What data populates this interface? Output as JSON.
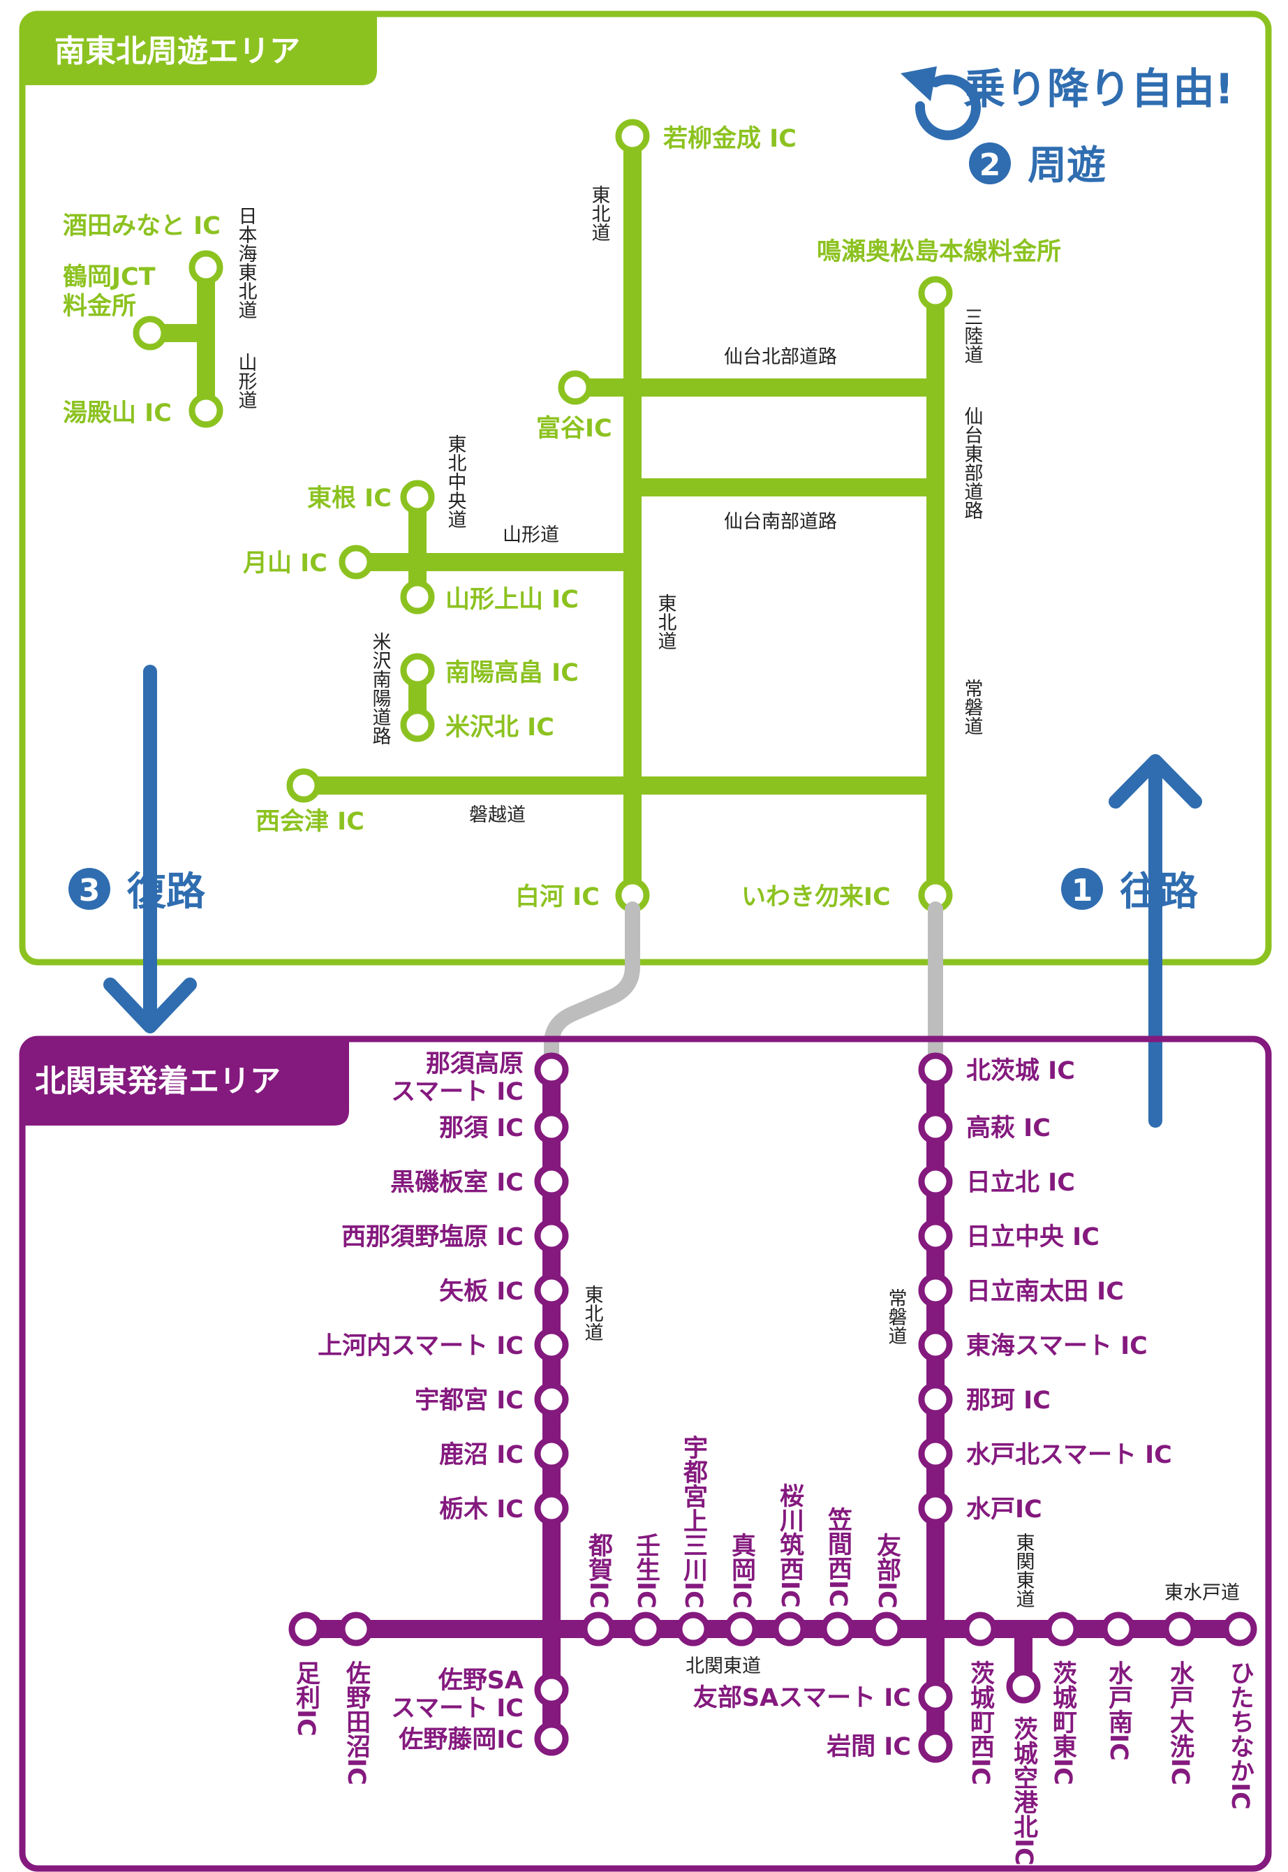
{
  "colors": {
    "green": "#8cc220",
    "purple": "#84197e",
    "blue": "#2f6db0",
    "gray": "#bdbdbd"
  },
  "north_area": {
    "title": "南東北周遊エリア",
    "free": "乗り降り自由!",
    "loop_number": "2",
    "loop_label": "周遊",
    "outbound_number": "1",
    "outbound_label": "往路",
    "return_number": "3",
    "return_label": "復路",
    "roads": {
      "tohoku_top": "東北道",
      "tohoku_mid": "東北道",
      "sanriku": "三陸道",
      "sendai_east": "仙台東部道路",
      "joban": "常磐道",
      "sendai_north": "仙台北部道路",
      "sendai_south": "仙台南部道路",
      "tohoku_chuo": "東北中央道",
      "yamagata": "山形道",
      "nihonkai": "日本海東北道",
      "yamagata_left": "山形道",
      "yonezawa": "米沢南陽道路",
      "banetsu": "磐越道"
    },
    "ics": {
      "wakayanagi": "若柳金成 IC",
      "naruse": "鳴瀬奥松島本線料金所",
      "tomiya": "富谷IC",
      "higashine": "東根 IC",
      "gassan": "月山 IC",
      "kaminoyama": "山形上山 IC",
      "nanyo": "南陽高畠 IC",
      "yonezawa_kita": "米沢北 IC",
      "nishiaizu": "西会津 IC",
      "shirakawa": "白河 IC",
      "iwaki": "いわき勿来IC",
      "sakata": "酒田みなと IC",
      "tsuruoka_1": "鶴岡JCT",
      "tsuruoka_2": "料金所",
      "yudonosan": "湯殿山 IC"
    }
  },
  "south_area": {
    "title": "北関東発着エリア",
    "roads": {
      "tohoku": "東北道",
      "joban": "常磐道",
      "kitakanto": "北関東道",
      "higashikanto": "東関東道",
      "higashimito": "東水戸道"
    },
    "tohoku_ics": {
      "nasu_kogen_1": "那須高原",
      "nasu_kogen_2": "スマート IC",
      "nasu": "那須 IC",
      "kuroiso": "黒磯板室 IC",
      "nishinasuno": "西那須野塩原 IC",
      "yaita": "矢板 IC",
      "kamikawachi": "上河内スマート IC",
      "utsunomiya": "宇都宮 IC",
      "kanuma": "鹿沼 IC",
      "tochigi": "栃木 IC",
      "sanosa_1": "佐野SA",
      "sanosa_2": "スマート IC",
      "sanofujioka": "佐野藤岡IC"
    },
    "joban_ics": {
      "kitaibaraki": "北茨城 IC",
      "takahagi": "高萩 IC",
      "hitachikita": "日立北 IC",
      "hitachichuo": "日立中央 IC",
      "hitachiminamiota": "日立南太田 IC",
      "tokai": "東海スマート IC",
      "naka": "那珂 IC",
      "mitokita": "水戸北スマート IC",
      "mito": "水戸IC",
      "tomobesa": "友部SAスマート IC",
      "iwama": "岩間 IC"
    },
    "kitakanto_ics": {
      "tsuga": "都賀IC",
      "mibu": "壬生IC",
      "kaminokawa": "宇都宮上三川IC",
      "moka": "真岡IC",
      "sakuragawa": "桜川筑西IC",
      "kasama": "笠間西IC",
      "tomobe": "友部IC",
      "ashikaga": "足利IC",
      "sanotanuma": "佐野田沼IC"
    },
    "east_ics": {
      "ibarakimachi_nishi": "茨城町西IC",
      "airport": "茨城空港北IC",
      "ibarakimachi_higashi": "茨城町東IC",
      "mitominami": "水戸南IC",
      "mitooarai": "水戸大洗IC",
      "hitachinaka": "ひたちなかIC"
    }
  }
}
